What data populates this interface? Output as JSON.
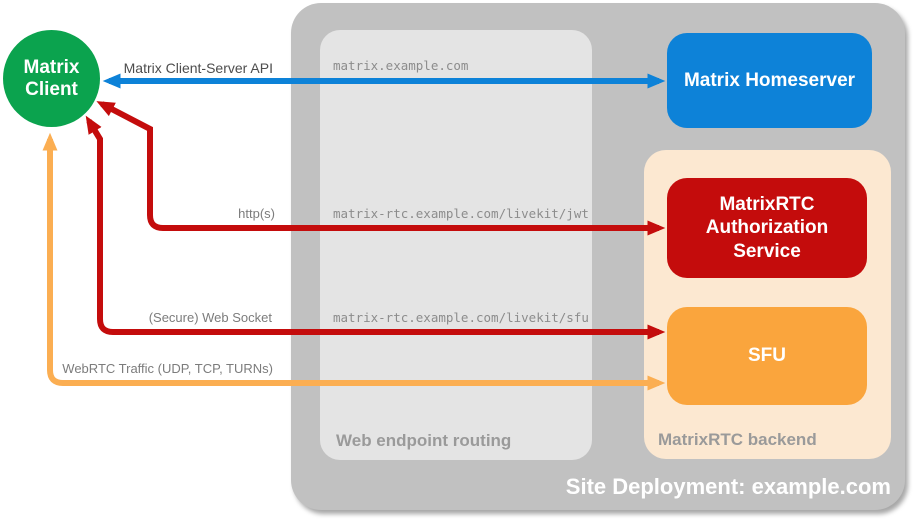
{
  "diagram": {
    "client": {
      "label": "Matrix Client",
      "color": "#0BA34E"
    },
    "homeserver": {
      "label": "Matrix Homeserver",
      "color": "#0D82D8"
    },
    "auth_service": {
      "label": "MatrixRTC Authorization Service",
      "color": "#C40C0C"
    },
    "sfu": {
      "label": "SFU",
      "color": "#FAA53D"
    },
    "site_container": {
      "label": "Site Deployment: example.com",
      "color": "#C1C1C1"
    },
    "routing_container": {
      "label": "Web endpoint routing",
      "color": "#E4E4E4"
    },
    "backend_container": {
      "label": "MatrixRTC backend",
      "color": "#FCE8D1"
    },
    "edges": {
      "api": {
        "label": "Matrix Client-Server API",
        "endpoint": "matrix.example.com",
        "color": "#0D82D8"
      },
      "http": {
        "label": "http(s)",
        "endpoint": "matrix-rtc.example.com/livekit/jwt",
        "color": "#C40C0C"
      },
      "websocket": {
        "label": "(Secure) Web Socket",
        "endpoint": "matrix-rtc.example.com/livekit/sfu",
        "color": "#C40C0C"
      },
      "webrtc": {
        "label": "WebRTC Traffic (UDP, TCP, TURNs)",
        "color": "#FBAE52"
      }
    }
  }
}
